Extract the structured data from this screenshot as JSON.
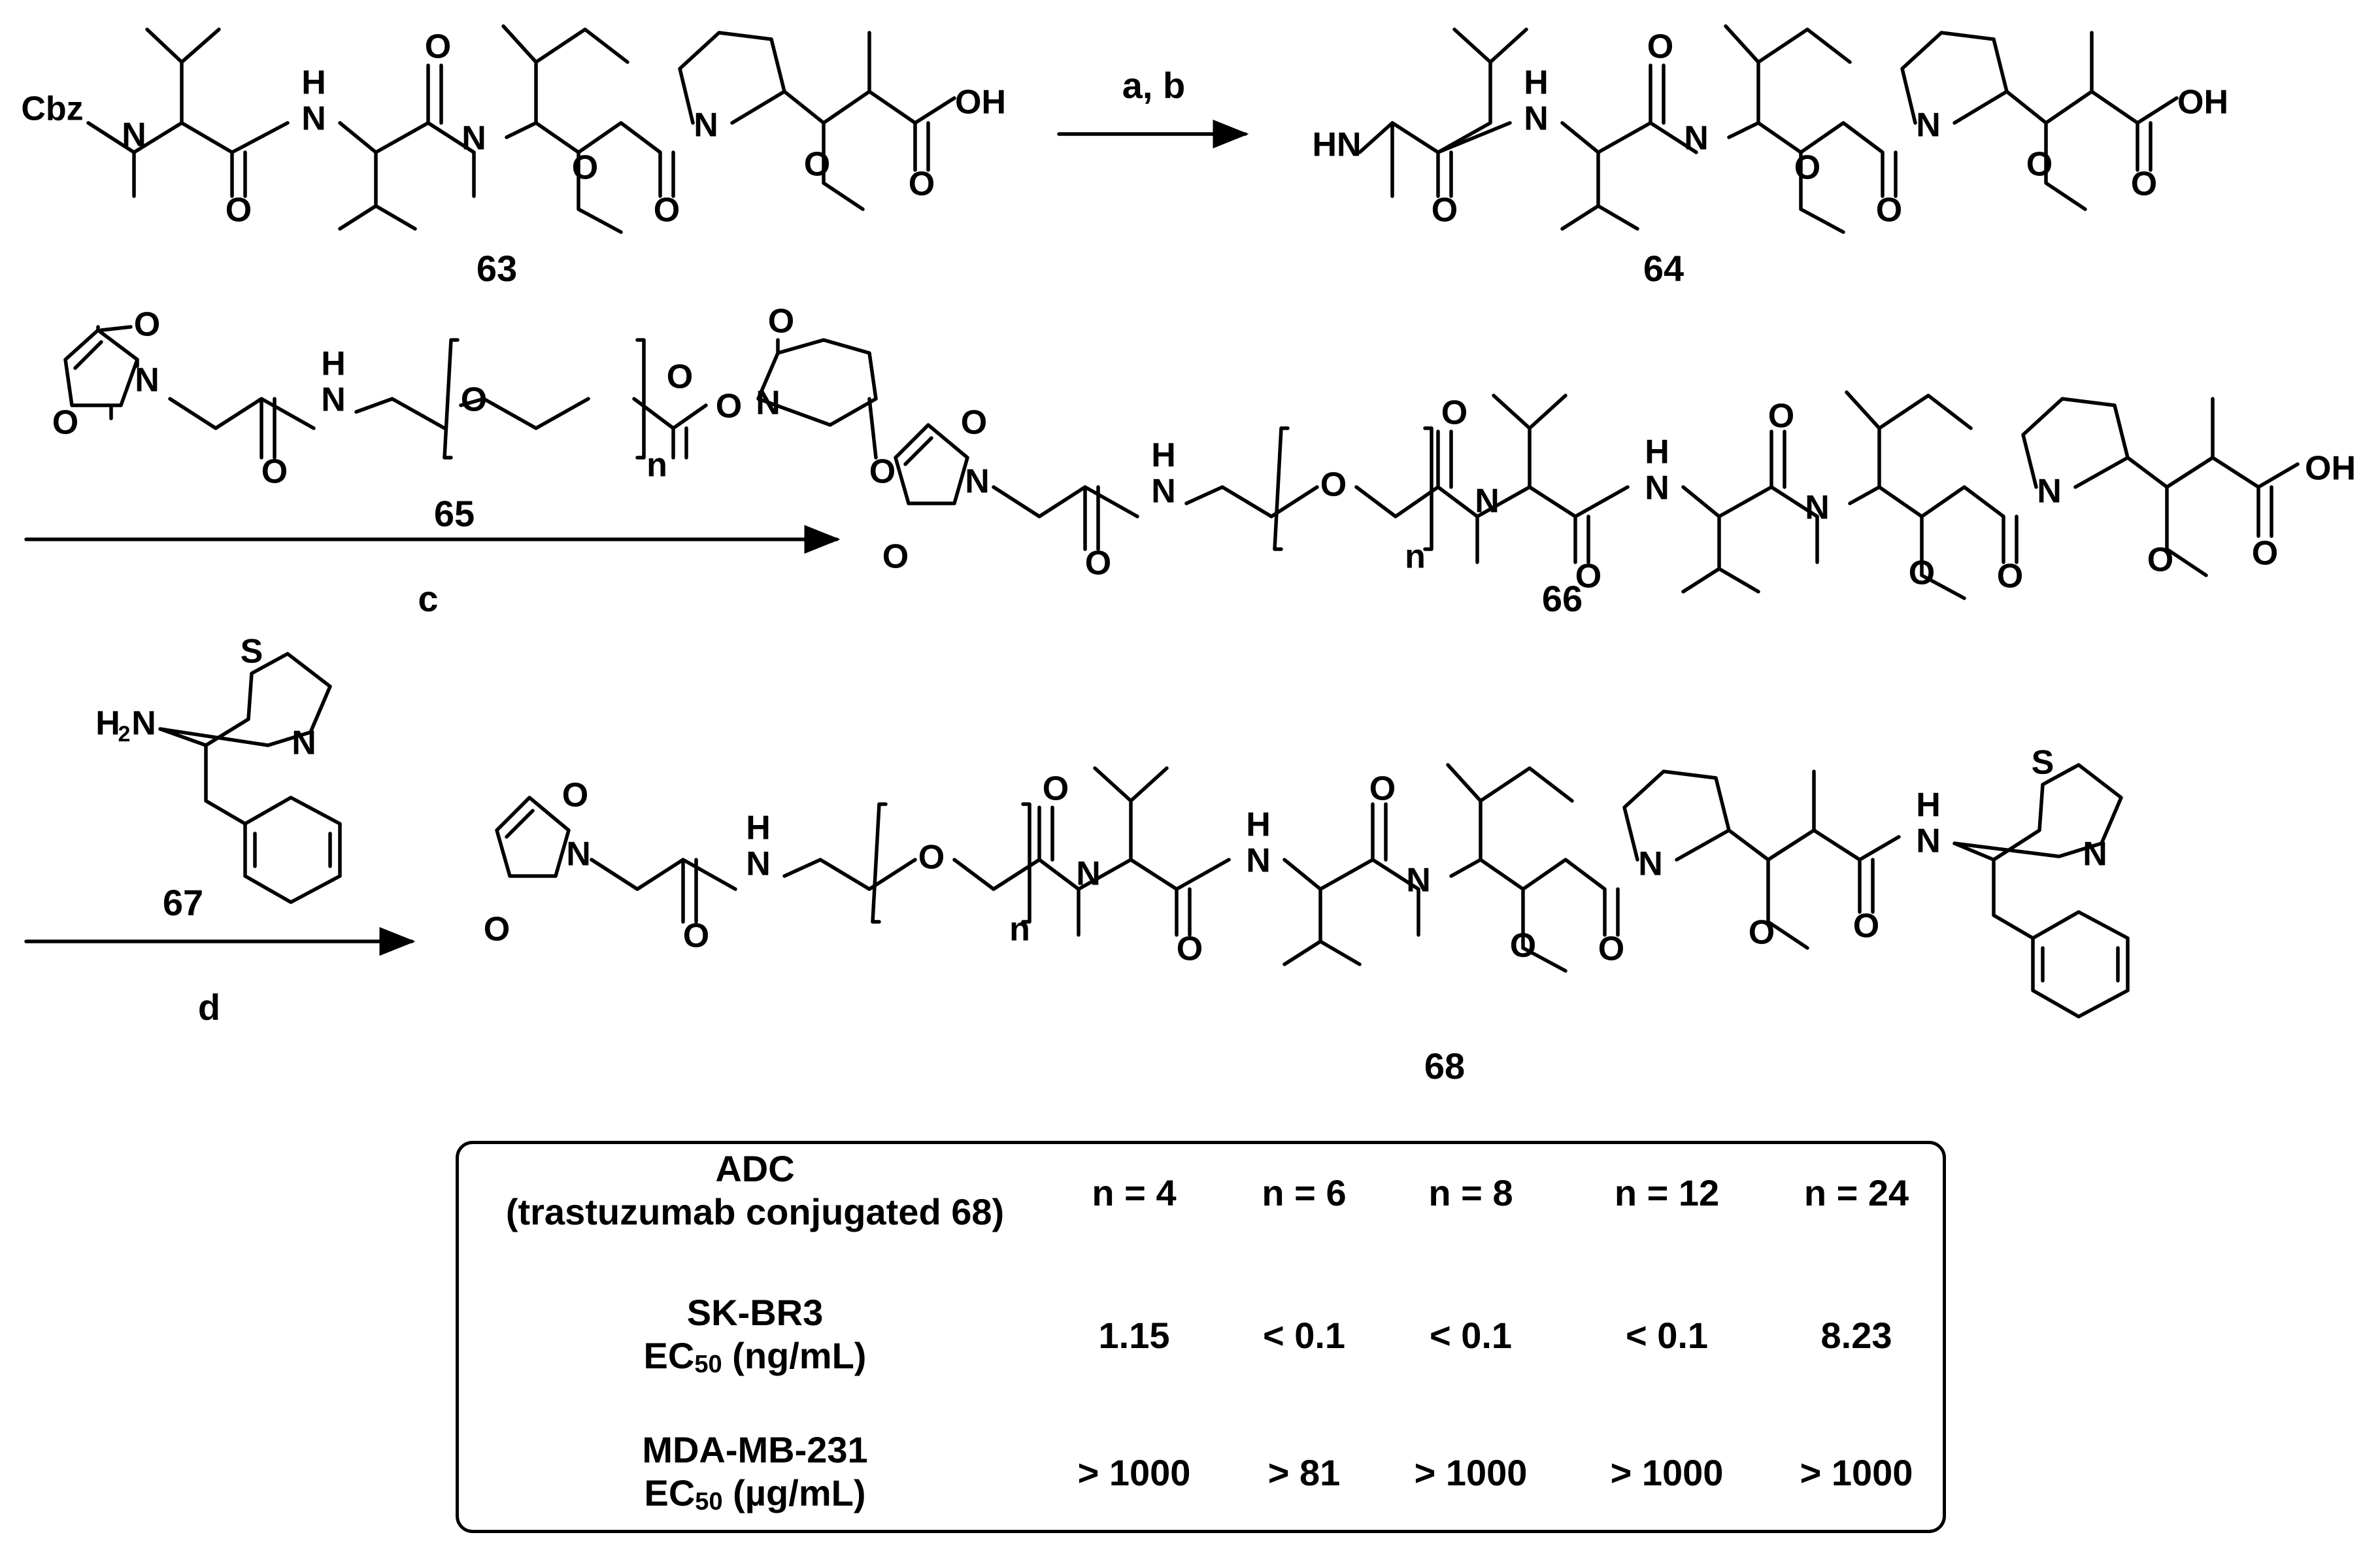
{
  "compounds": {
    "c63": "63",
    "c64": "64",
    "c65": "65",
    "c66": "66",
    "c67": "67",
    "c68": "68"
  },
  "conditions": {
    "step1": "a, b",
    "step2": "c",
    "step3": "d"
  },
  "atoms": {
    "cbz": "Cbz",
    "n": "N",
    "nh_h": "H",
    "o": "O",
    "oh": "OH",
    "hn": "HN",
    "s": "S",
    "h2n": "H",
    "h2n_sub": "2",
    "h2n_n": "N",
    "peg_n": "n"
  },
  "table": {
    "header": {
      "adc_line1": "ADC",
      "adc_line2": "(trastuzumab conjugated 68)",
      "cols": [
        "n = 4",
        "n = 6",
        "n = 8",
        "n = 12",
        "n = 24"
      ]
    },
    "rows": [
      {
        "label_line1": "SK-BR3",
        "label_ec": "EC",
        "label_sub": "50",
        "label_unit": " (ng/mL)",
        "values": [
          "1.15",
          "< 0.1",
          "< 0.1",
          "< 0.1",
          "8.23"
        ]
      },
      {
        "label_line1": "MDA-MB-231",
        "label_ec": "EC",
        "label_sub": "50",
        "label_unit": " (µg/mL)",
        "values": [
          "> 1000",
          "> 81",
          "> 1000",
          "> 1000",
          "> 1000"
        ]
      }
    ]
  }
}
